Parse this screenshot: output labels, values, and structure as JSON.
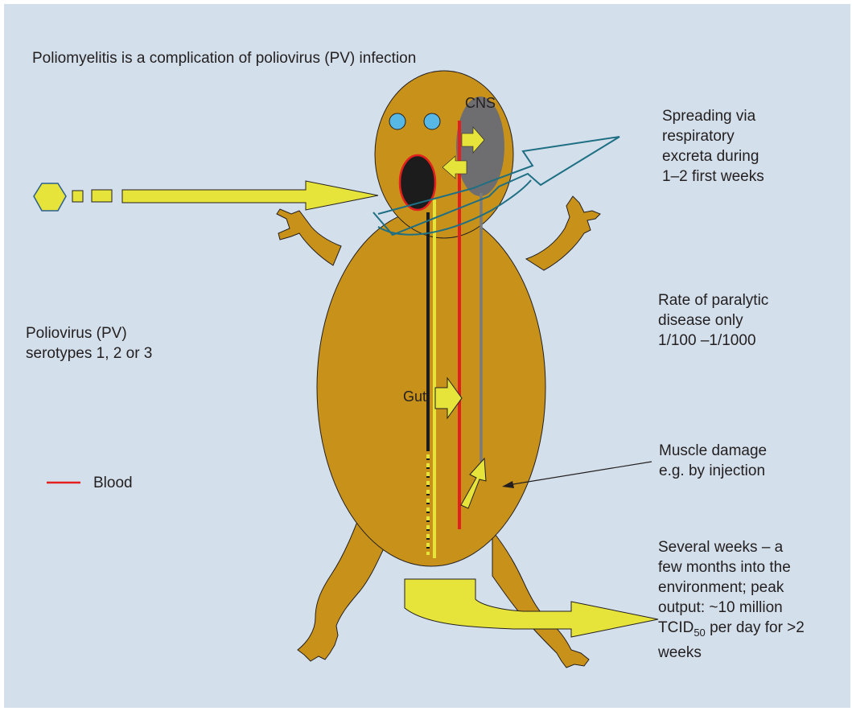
{
  "title": "Poliomyelitis is a complication of poliovirus (PV) infection",
  "labels": {
    "cns": "CNS",
    "gut": "Gut",
    "blood": "Blood",
    "serotypes": [
      "Poliovirus (PV)",
      "serotypes 1, 2 or 3"
    ],
    "spreading": [
      "Spreading via",
      "respiratory",
      "excreta during",
      "1–2 first weeks"
    ],
    "rate": [
      "Rate of paralytic",
      "disease only",
      "1/100 –1/1000"
    ],
    "muscle": [
      "Muscle damage",
      "e.g. by injection"
    ],
    "shedding": {
      "line1": "Several weeks – a",
      "line2": "few months into the",
      "line3": "environment; peak",
      "line4": "output: ~10 million",
      "line5_pre": "TCID",
      "line5_sub": "50",
      "line5_post": " per day for >2",
      "line6": "weeks"
    }
  },
  "colors": {
    "background": "#d3dfea",
    "body": "#c8921a",
    "arrow_yellow": "#e6e43a",
    "blood_red": "#e4201e",
    "nerve_gray": "#7c7b7b",
    "cns_gray": "#6e6e70",
    "mouth": "#1c1c1c",
    "eye_blue": "#57b8e6",
    "respiratory_teal": "#1e6f84"
  }
}
